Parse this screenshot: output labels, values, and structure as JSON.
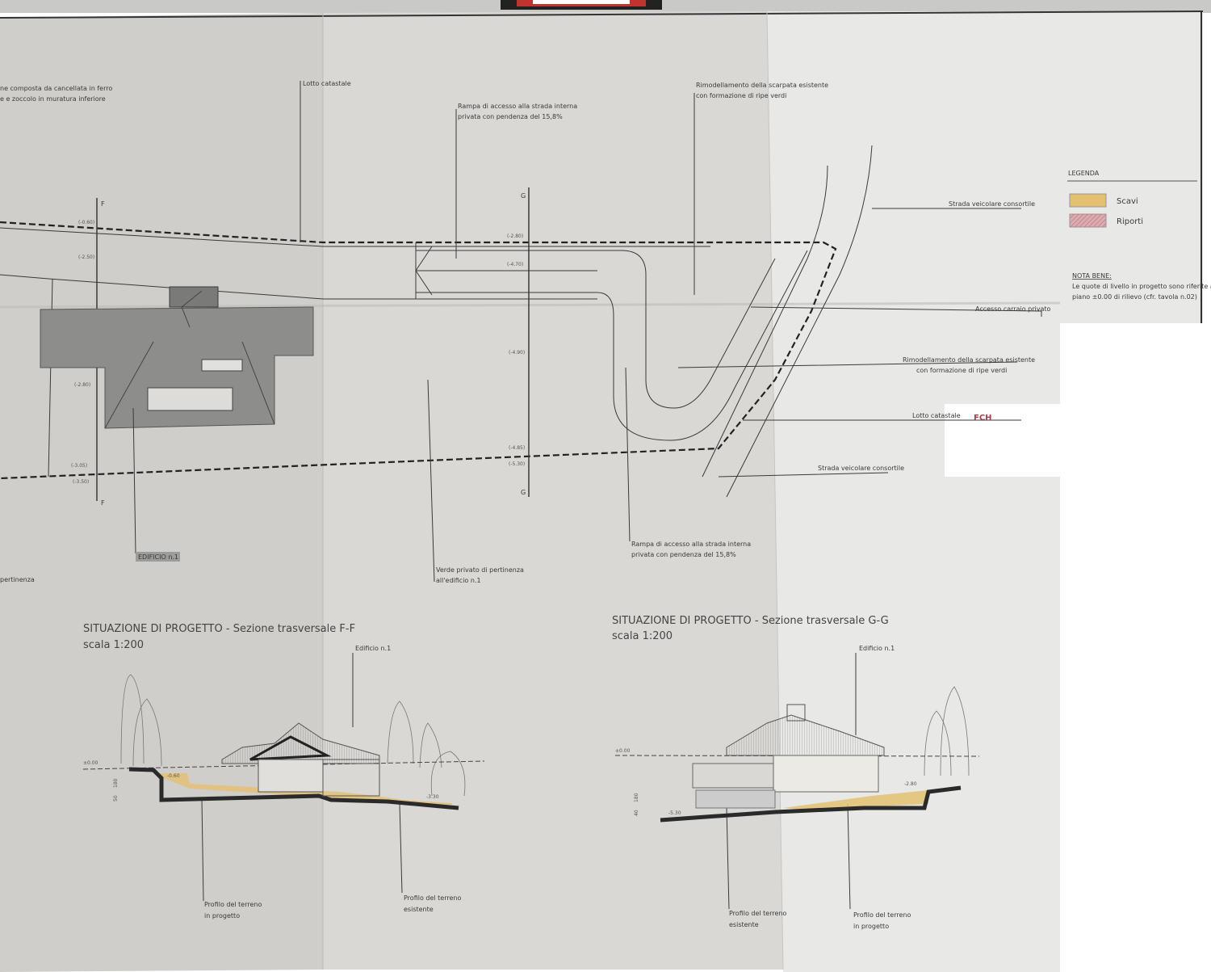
{
  "plan": {
    "fence_note": [
      "ne composta da cancellata in ferro",
      "e e zoccolo in muratura inferiore"
    ],
    "lotto_top": "Lotto catastale",
    "ramp_top": [
      "Rampa di accesso alla strada interna",
      "privata con pendenza del 15,8%"
    ],
    "remodel_top": [
      "Rimodellamento della scarpata esistente",
      "con formazione di ripe verdi"
    ],
    "road_top": "Strada veicolare consortile",
    "accesso": "Accesso carraio privato",
    "remodel_right": [
      "Rimodellamento della scarpata esistente",
      "con formazione di ripe verdi"
    ],
    "lotto_right": "Lotto catastale",
    "stamp": "FCH",
    "road_bottom": "Strada veicolare consortile",
    "edificio_tag": "EDIFICIO n.1",
    "pertinenza_left": "pertinenza",
    "verde": [
      "Verde privato di pertinenza",
      "all'edificio n.1"
    ],
    "ramp_bottom": [
      "Rampa di accesso alla strada interna",
      "privata con pendenza del 15,8%"
    ],
    "section_marks": {
      "f": "F",
      "g": "G"
    },
    "levels": {
      "l1": "(-0.60)",
      "l2": "(-2.50)",
      "l3": "(-2.80)",
      "l4": "(-3.05)",
      "l5": "(-3.50)",
      "l6": "(-2.80)",
      "l7": "(-4.70)",
      "l8": "(-4.90)",
      "l9": "(-4.85)",
      "l10": "(-5.30)"
    }
  },
  "legend": {
    "title": "LEGENDA",
    "items": [
      {
        "label": "Scavi",
        "color": "#e3c170"
      },
      {
        "label": "Riporti",
        "color": "#c9707a"
      }
    ],
    "note_title": "NOTA BENE:",
    "note": [
      "Le quote di livello in progetto sono riferite al",
      "piano ±0.00 di rilievo (cfr. tavola n.02)"
    ]
  },
  "section_ff": {
    "title": "SITUAZIONE DI PROGETTO - Sezione trasversale F-F",
    "scale": "scala 1:200",
    "building": "Edificio n.1",
    "zero": "±0.00",
    "lvl_a": "-0.60",
    "lvl_b": "-3.30",
    "dim_a": "180",
    "dim_b": "50",
    "profile_new": [
      "Profilo del terreno",
      "in progetto"
    ],
    "profile_old": [
      "Profilo del terreno",
      "esistente"
    ]
  },
  "section_gg": {
    "title": "SITUAZIONE DI PROGETTO - Sezione trasversale G-G",
    "scale": "scala 1:200",
    "building": "Edificio n.1",
    "zero": "±0.00",
    "lvl_a": "-5.30",
    "lvl_b": "-2.80",
    "dim_a": "180",
    "dim_b": "40",
    "profile_old": [
      "Profilo del terreno",
      "esistente"
    ],
    "profile_new": [
      "Profilo del terreno",
      "in progetto"
    ]
  }
}
